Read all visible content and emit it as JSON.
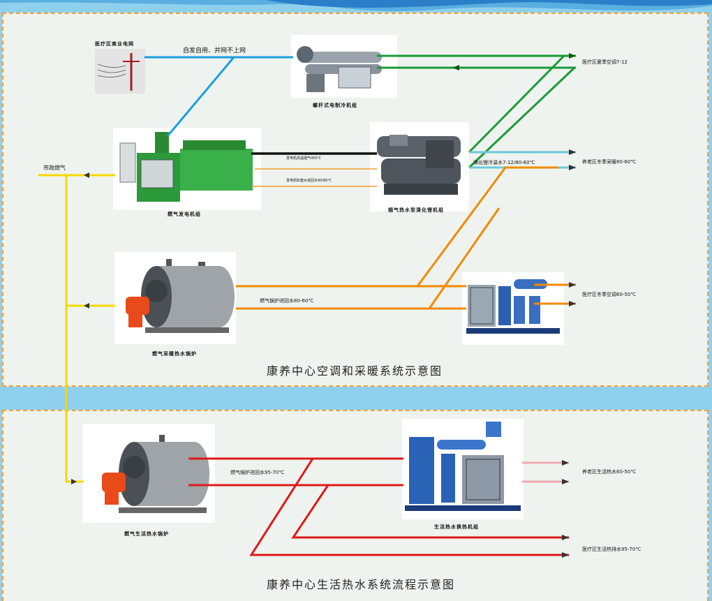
{
  "sections": {
    "top_title": "康养中心空调和采暖系统示意图",
    "bottom_title": "康养中心生活热水系统流程示意图"
  },
  "equipment": {
    "grid": "医疗区商业电网",
    "screw_chiller": "螺杆式电制冷机组",
    "gas_generator": "燃气发电机组",
    "absorption_chiller": "烟气热水型溴化锂机组",
    "heating_boiler": "燃气采暖热水锅炉",
    "hot_water_boiler": "燃气生活热水锅炉",
    "heat_exchanger_unit": "生活热水换热机组"
  },
  "labels": {
    "grid_note": "自发自用、并网不上网",
    "municipal_gas": "市政燃气",
    "exhaust": "发电机高温烟气450℃",
    "jacket_water": "发电机缸套水进回水95/80℃",
    "lithium_water": "溴化锂冷温水7-12/80-60℃",
    "boiler_heating_water": "燃气锅炉进回水80-60℃",
    "boiler_hot_water": "燃气锅炉进回水95-70℃"
  },
  "outputs": {
    "medical_summer_ac": "医疗区夏季空调7-12",
    "elderly_winter_heating": "养老区冬季采暖80-60℃",
    "medical_winter_ac": "医疗区冬季空调60-50℃",
    "elderly_hot_water": "养老区生活热水60-50℃",
    "medical_hot_water": "医疗区生活热排水95-70℃"
  },
  "colors": {
    "electric": "#1a9de0",
    "chilled": "#1a9a3a",
    "gas": "#f5d800",
    "heating": "#f08a00",
    "hot_water": "#e01818",
    "cyan_output": "#6cc8d8",
    "pink_output": "#f0a8b0",
    "exhaust": "#111111"
  }
}
